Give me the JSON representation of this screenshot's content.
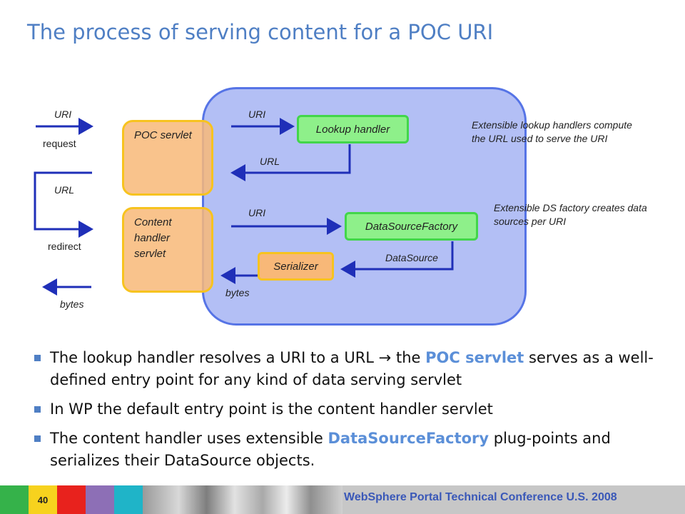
{
  "title": "The process of serving content for a POC URI",
  "diagram": {
    "left_labels": {
      "uri": "URI",
      "request": "request",
      "url": "URL",
      "redirect": "redirect",
      "bytes": "bytes"
    },
    "poc_servlet": "POC servlet",
    "content_handler_servlet": [
      "Content",
      "handler",
      "servlet"
    ],
    "lookup_handler": "Lookup handler",
    "datasource_factory": "DataSourceFactory",
    "serializer": "Serializer",
    "inner_labels": {
      "uri_top": "URI",
      "url": "URL",
      "uri_mid": "URI",
      "datasource": "DataSource",
      "bytes": "bytes"
    },
    "notes": {
      "lookup": "Extensible lookup handlers compute the URL used to serve the URI",
      "factory": "Extensible DS factory creates data sources per URI"
    },
    "colors": {
      "panel": "#b3bff5",
      "panel_border": "#5674e6",
      "servlet_fill": "#f8b878",
      "servlet_border": "#f7c31f",
      "green_box": "#8ef08a",
      "arrow": "#1f2fb8"
    }
  },
  "bullets": [
    {
      "pre": "The lookup handler resolves a URI to a URL ",
      "arrow": "→",
      "mid": " the ",
      "hl": "POC servlet",
      "post": " serves as a well-defined entry point for any kind of data serving servlet"
    },
    {
      "text": "In WP the default entry point is the content handler servlet"
    },
    {
      "pre": "The content handler uses extensible ",
      "hl": "DataSourceFactory",
      "post": " plug-points and serializes their DataSource objects."
    }
  ],
  "footer": {
    "page_number": "40",
    "conference": "WebSphere Portal Technical Conference U.S. 2008"
  }
}
